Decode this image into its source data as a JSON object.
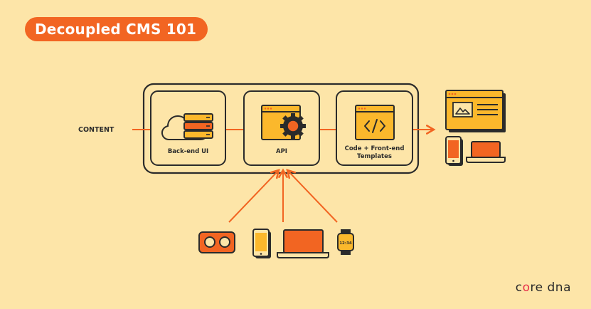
{
  "title": "Decoupled CMS 101",
  "content_label": "CONTENT",
  "boxes": [
    {
      "id": "backend",
      "label": "Back-end UI"
    },
    {
      "id": "api",
      "label": "API"
    },
    {
      "id": "templates",
      "label_line1": "Code + Front-end",
      "label_line2": "Templates"
    }
  ],
  "watch_time": "12:34",
  "logo": {
    "part1": "c",
    "dot": "o",
    "part2": "re dna"
  },
  "colors": {
    "background": "#fde5a8",
    "accent_orange": "#f26522",
    "yellow": "#fbb82c",
    "stroke": "#2b2b2b"
  },
  "icons": [
    "cloud-server-icon",
    "api-gear-window-icon",
    "code-window-icon",
    "webpage-icon",
    "phone-icon",
    "laptop-icon",
    "vr-headset-icon",
    "tablet-icon",
    "smartwatch-icon"
  ]
}
